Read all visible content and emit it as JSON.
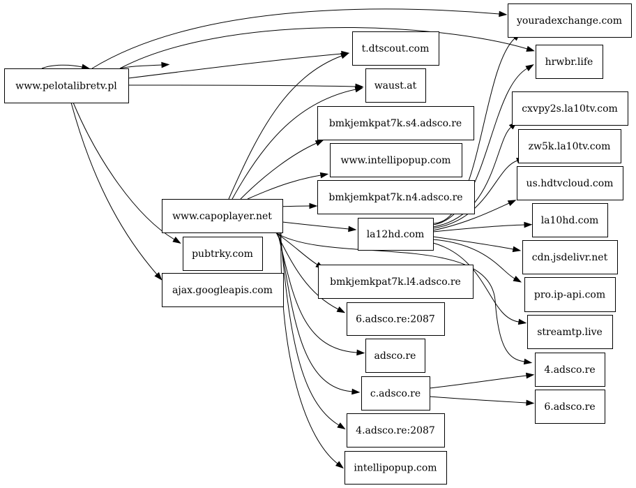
{
  "graph": {
    "nodes": [
      {
        "id": "pelotalibretv",
        "label": "www.pelotalibretv.pl"
      },
      {
        "id": "capoplayer",
        "label": "www.capoplayer.net"
      },
      {
        "id": "pubtrky",
        "label": "pubtrky.com"
      },
      {
        "id": "googleapis",
        "label": "ajax.googleapis.com"
      },
      {
        "id": "dtscout",
        "label": "t.dtscout.com"
      },
      {
        "id": "waust",
        "label": "waust.at"
      },
      {
        "id": "s4adsco",
        "label": "bmkjemkpat7k.s4.adsco.re"
      },
      {
        "id": "intellipopup_www",
        "label": "www.intellipopup.com"
      },
      {
        "id": "n4adsco",
        "label": "bmkjemkpat7k.n4.adsco.re"
      },
      {
        "id": "la12hd",
        "label": "la12hd.com"
      },
      {
        "id": "l4adsco",
        "label": "bmkjemkpat7k.l4.adsco.re"
      },
      {
        "id": "adsco2087_6",
        "label": "6.adsco.re:2087"
      },
      {
        "id": "adscore",
        "label": "adsco.re"
      },
      {
        "id": "cadsco",
        "label": "c.adsco.re"
      },
      {
        "id": "adsco2087_4",
        "label": "4.adsco.re:2087"
      },
      {
        "id": "intellipopup",
        "label": "intellipopup.com"
      },
      {
        "id": "youradexchange",
        "label": "youradexchange.com"
      },
      {
        "id": "hrwbr",
        "label": "hrwbr.life"
      },
      {
        "id": "cxvpy2s",
        "label": "cxvpy2s.la10tv.com"
      },
      {
        "id": "zw5k",
        "label": "zw5k.la10tv.com"
      },
      {
        "id": "hdtvcloud",
        "label": "us.hdtvcloud.com"
      },
      {
        "id": "la10hd",
        "label": "la10hd.com"
      },
      {
        "id": "jsdelivr",
        "label": "cdn.jsdelivr.net"
      },
      {
        "id": "ipapi",
        "label": "pro.ip-api.com"
      },
      {
        "id": "streamtp",
        "label": "streamtp.live"
      },
      {
        "id": "adsco4",
        "label": "4.adsco.re"
      },
      {
        "id": "adsco6",
        "label": "6.adsco.re"
      }
    ],
    "edges": [
      [
        "pelotalibretv",
        "capoplayer"
      ],
      [
        "pelotalibretv",
        "capoplayer"
      ],
      [
        "pelotalibretv",
        "pubtrky"
      ],
      [
        "pelotalibretv",
        "googleapis"
      ],
      [
        "pelotalibretv",
        "dtscout"
      ],
      [
        "pelotalibretv",
        "waust"
      ],
      [
        "pelotalibretv",
        "youradexchange"
      ],
      [
        "pelotalibretv",
        "hrwbr"
      ],
      [
        "capoplayer",
        "dtscout"
      ],
      [
        "capoplayer",
        "waust"
      ],
      [
        "capoplayer",
        "s4adsco"
      ],
      [
        "capoplayer",
        "intellipopup_www"
      ],
      [
        "capoplayer",
        "n4adsco"
      ],
      [
        "capoplayer",
        "la12hd"
      ],
      [
        "capoplayer",
        "l4adsco"
      ],
      [
        "capoplayer",
        "adsco2087_6"
      ],
      [
        "capoplayer",
        "adscore"
      ],
      [
        "capoplayer",
        "cadsco"
      ],
      [
        "capoplayer",
        "adsco2087_4"
      ],
      [
        "capoplayer",
        "intellipopup"
      ],
      [
        "capoplayer",
        "adsco4"
      ],
      [
        "la12hd",
        "youradexchange"
      ],
      [
        "la12hd",
        "hrwbr"
      ],
      [
        "la12hd",
        "cxvpy2s"
      ],
      [
        "la12hd",
        "zw5k"
      ],
      [
        "la12hd",
        "hdtvcloud"
      ],
      [
        "la12hd",
        "la10hd"
      ],
      [
        "la12hd",
        "jsdelivr"
      ],
      [
        "la12hd",
        "ipapi"
      ],
      [
        "la12hd",
        "streamtp"
      ],
      [
        "cadsco",
        "adsco4"
      ],
      [
        "cadsco",
        "adsco6"
      ]
    ]
  }
}
